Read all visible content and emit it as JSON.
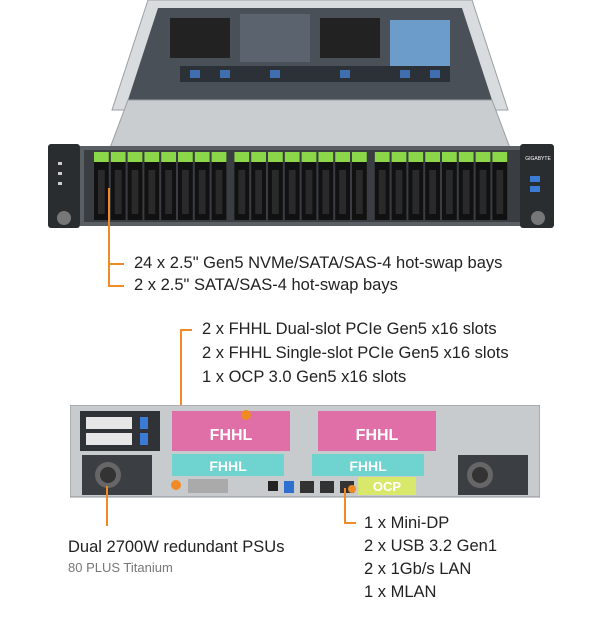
{
  "front_callouts": [
    "24 x 2.5\" Gen5 NVMe/SATA/SAS-4 hot-swap bays",
    "2 x 2.5\" SATA/SAS-4 hot-swap bays"
  ],
  "pcie_callouts": [
    "2 x FHHL Dual-slot PCIe Gen5 x16 slots",
    "2 x FHHL Single-slot PCIe Gen5 x16 slots",
    "1 x OCP 3.0 Gen5 x16 slots"
  ],
  "psu": {
    "title": "Dual 2700W redundant PSUs",
    "subtitle": "80 PLUS Titanium"
  },
  "io_callouts": [
    "1 x Mini-DP",
    "2 x USB 3.2 Gen1",
    "2 x 1Gb/s LAN",
    "1 x MLAN"
  ],
  "rear_labels": {
    "fhhl_dual_left": "FHHL",
    "fhhl_dual_right": "FHHL",
    "fhhl_single_left": "FHHL",
    "fhhl_single_right": "FHHL",
    "ocp": "OCP"
  },
  "brand": "GIGABYTE",
  "colors": {
    "accent": "#f08a24",
    "dual_slot": "#e06fa8",
    "single_slot": "#6fd3d0",
    "ocp": "#d8e86a",
    "drive_latch": "#8cd64a"
  }
}
